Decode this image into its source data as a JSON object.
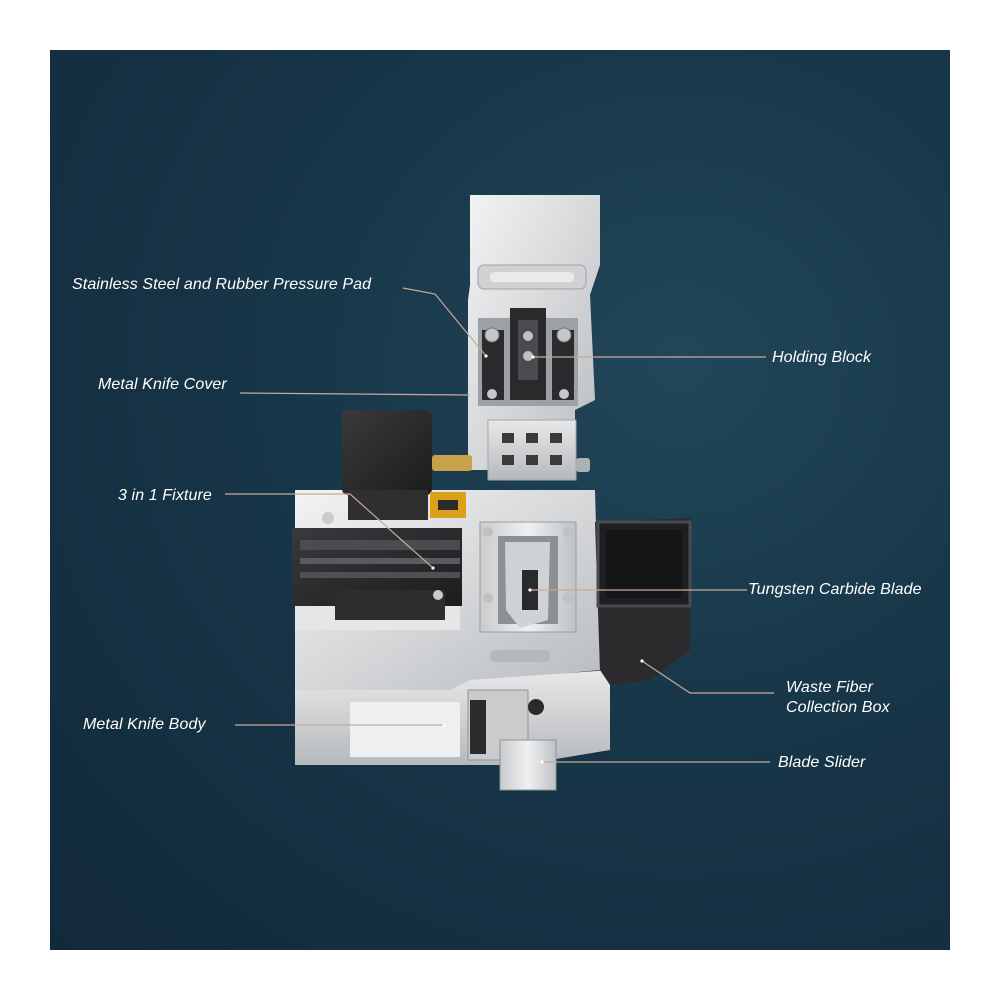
{
  "callouts": [
    {
      "id": "pressure-pad",
      "text": "Stainless Steel and Rubber Pressure Pad"
    },
    {
      "id": "knife-cover",
      "text": "Metal Knife Cover"
    },
    {
      "id": "fixture",
      "text": "3 in 1 Fixture"
    },
    {
      "id": "knife-body",
      "text": "Metal Knife Body"
    },
    {
      "id": "holding-block",
      "text": "Holding Block"
    },
    {
      "id": "blade",
      "text": "Tungsten Carbide Blade"
    },
    {
      "id": "waste-box-1",
      "text": "Waste Fiber"
    },
    {
      "id": "waste-box-2",
      "text": "Collection Box"
    },
    {
      "id": "blade-slider",
      "text": "Blade Slider"
    }
  ],
  "colors": {
    "background": "#173648",
    "label_text": "#ffffff",
    "leader_line": "#c8a99a",
    "metal": "#d9dadc",
    "rubber": "#2b2b2d",
    "accent_gold": "#d9a21a"
  }
}
